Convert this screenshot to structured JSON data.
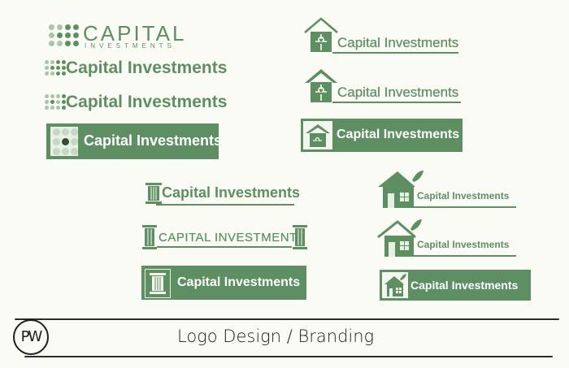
{
  "colors": {
    "brand_green": "#5e8f63",
    "light_green": "#a9c6a9",
    "background": "#fbfbf6"
  },
  "logos": {
    "dots_caps": {
      "name": "CAPITAL",
      "sub": "INVESTMENTS"
    },
    "dots_1": {
      "text": "Capital Investments"
    },
    "dots_2": {
      "text": "Capital Investments"
    },
    "dots_box": {
      "text": "Capital Investments"
    },
    "puzzle_1": {
      "text": "Capital Investments"
    },
    "puzzle_2": {
      "text": "Capital Investments"
    },
    "puzzle_box": {
      "text": "Capital Investments"
    },
    "column_1": {
      "text": "Capital Investments"
    },
    "column_caps": {
      "text": "CAPITAL INVESTMENTS"
    },
    "column_box": {
      "text": "Capital Investments"
    },
    "house_1": {
      "text": "Capital Investments"
    },
    "house_2": {
      "text": "Capital Investments"
    },
    "house_box": {
      "text": "Capital Investments"
    }
  },
  "footer": {
    "monogram": "PW",
    "caption": "Logo Design / Branding"
  }
}
